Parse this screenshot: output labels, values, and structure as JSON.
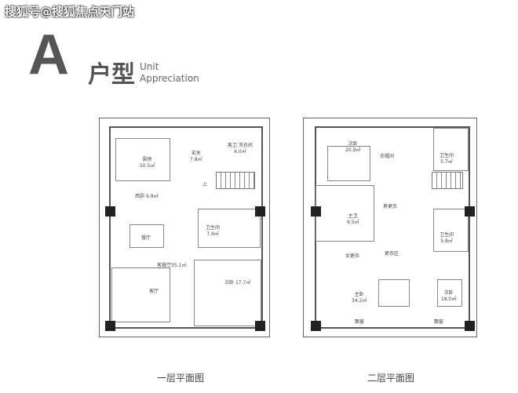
{
  "watermark": "搜狐号@搜狐焦点天门站",
  "header": {
    "letter": "A",
    "title": "户型",
    "en_line1": "Unit",
    "en_line2": "Appreciation"
  },
  "floor1": {
    "caption": "一层平面图",
    "rooms": [
      {
        "name": "厨房",
        "area": "10.5㎡"
      },
      {
        "name": "玄关",
        "area": "7.8㎡"
      },
      {
        "name": "客卫 洗衣间",
        "area": "6.0㎡"
      },
      {
        "name": "西厨",
        "area": "9.9㎡"
      },
      {
        "name": "餐厅",
        "area": ""
      },
      {
        "name": "卫生间",
        "area": "7.9㎡"
      },
      {
        "name": "客餐厅",
        "area": "35.1㎡"
      },
      {
        "name": "客厅",
        "area": ""
      },
      {
        "name": "次卧",
        "area": "17.7㎡"
      }
    ],
    "stair_label": "上"
  },
  "floor2": {
    "caption": "二层平面图",
    "rooms": [
      {
        "name": "次卧",
        "area": "20.9㎡"
      },
      {
        "name": "衣帽间",
        "area": ""
      },
      {
        "name": "卫生间",
        "area": "5.7㎡"
      },
      {
        "name": "男更衣",
        "area": ""
      },
      {
        "name": "主卫",
        "area": "9.5㎡"
      },
      {
        "name": "卫生间",
        "area": "5.8㎡"
      },
      {
        "name": "女更衣",
        "area": ""
      },
      {
        "name": "更衣区",
        "area": ""
      },
      {
        "name": "主卧",
        "area": "34.2㎡"
      },
      {
        "name": "次卧",
        "area": "18.0㎡"
      },
      {
        "name": "飘窗",
        "area": ""
      },
      {
        "name": "飘窗",
        "area": ""
      }
    ]
  }
}
